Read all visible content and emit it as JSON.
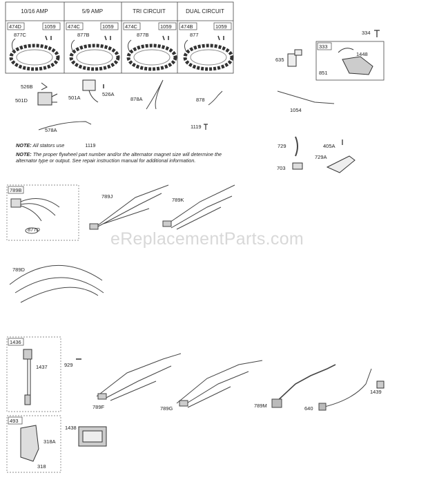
{
  "stator_headers": [
    "10/16 AMP",
    "5/9 AMP",
    "TRI CIRCUIT",
    "DUAL CIRCUIT"
  ],
  "stator_boxes": [
    {
      "part": "474D",
      "screw": "1059",
      "lead": "877C"
    },
    {
      "part": "474C",
      "screw": "1059",
      "lead": "877B"
    },
    {
      "part": "474C",
      "screw": "1059",
      "lead": "877B"
    },
    {
      "part": "474B",
      "screw": "1059",
      "lead": "877"
    }
  ],
  "labels": {
    "p526B": "526B",
    "p501D": "501D",
    "p501A": "501A",
    "p526A": "526A",
    "p878A": "878A",
    "p878": "878",
    "p1119": "1119",
    "p578A": "578A",
    "p334": "334",
    "p635": "635",
    "p333": "333",
    "p1448": "1448",
    "p851": "851",
    "p1054": "1054",
    "p729": "729",
    "p405A": "405A",
    "p703": "703",
    "p729A": "729A",
    "p789B": "789B",
    "p877D": "877D",
    "p789J": "789J",
    "p789K": "789K",
    "p789D": "789D",
    "p1436": "1436",
    "p1437": "1437",
    "p929": "929",
    "p493": "493",
    "p318A": "318A",
    "p318": "318",
    "p1438": "1438",
    "p789F": "789F",
    "p789G": "789G",
    "p789M": "789M",
    "p640": "640",
    "p1439": "1439"
  },
  "notes": {
    "note1_label": "NOTE:",
    "note1_text": "All stators use",
    "note1_part": "1119",
    "note2_label": "NOTE:",
    "note2_text": "The proper flywheel part number and/or the alternator magnet size will determine the alternator type or output. See repair instruction manual for additional information."
  },
  "watermark": "eReplacementParts.com"
}
